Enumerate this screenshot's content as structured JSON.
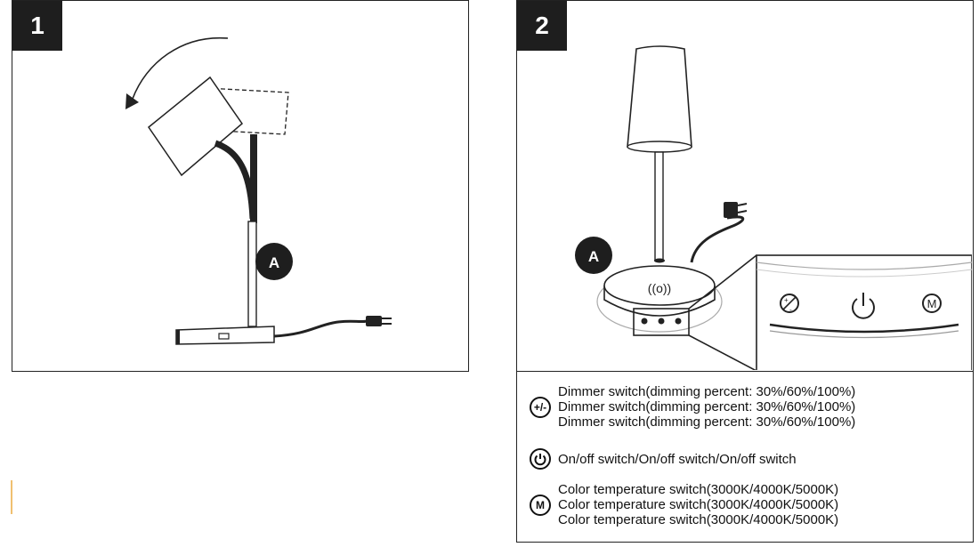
{
  "panels": [
    {
      "step": "1",
      "callout": "A"
    },
    {
      "step": "2",
      "callout": "A"
    }
  ],
  "legend": {
    "dimmer": {
      "icon_label": "+/-",
      "lines": [
        "Dimmer switch(dimming percent: 30%/60%/100%)",
        "Dimmer switch(dimming percent: 30%/60%/100%)",
        "Dimmer switch(dimming percent: 30%/60%/100%)"
      ]
    },
    "power": {
      "icon": "power-icon",
      "lines": [
        "On/off switch/On/off switch/On/off switch"
      ]
    },
    "color_temp": {
      "icon_label": "M",
      "lines": [
        "Color temperature switch(3000K/4000K/5000K)",
        "Color temperature switch(3000K/4000K/5000K)",
        "Color temperature switch(3000K/4000K/5000K)"
      ]
    }
  },
  "colors": {
    "ink": "#1e1e1e",
    "paper": "#ffffff"
  }
}
